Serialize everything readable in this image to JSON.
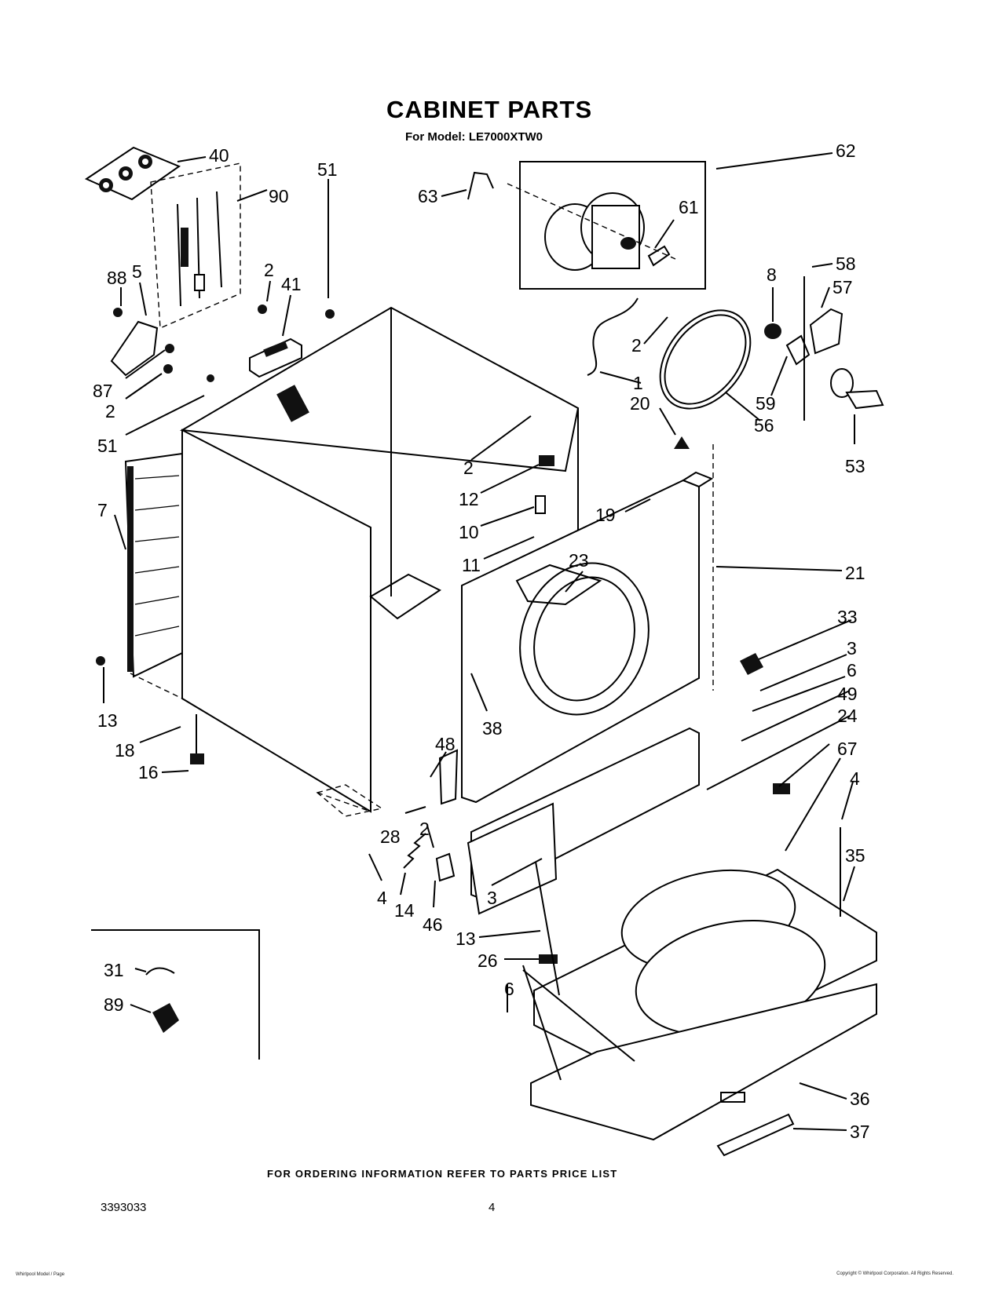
{
  "header": {
    "title": "CABINET PARTS",
    "subtitle": "For Model: LE7000XTW0"
  },
  "footer": {
    "note": "FOR ORDERING INFORMATION REFER TO PARTS PRICE LIST",
    "doc_number": "3393033",
    "page_number": "4",
    "small_left": "Whirlpool Model / Page",
    "small_right": "Copyright © Whirlpool Corporation. All Rights Reserved."
  },
  "callouts": [
    "40",
    "90",
    "51",
    "88",
    "5",
    "2",
    "41",
    "87",
    "2",
    "51",
    "7",
    "13",
    "18",
    "16",
    "63",
    "62",
    "61",
    "58",
    "8",
    "57",
    "2",
    "1",
    "20",
    "59",
    "56",
    "53",
    "2",
    "12",
    "10",
    "19",
    "11",
    "23",
    "21",
    "33",
    "3",
    "6",
    "49",
    "24",
    "38",
    "48",
    "28",
    "2",
    "4",
    "14",
    "46",
    "3",
    "67",
    "4",
    "35",
    "31",
    "89",
    "13",
    "26",
    "6",
    "36",
    "37"
  ]
}
